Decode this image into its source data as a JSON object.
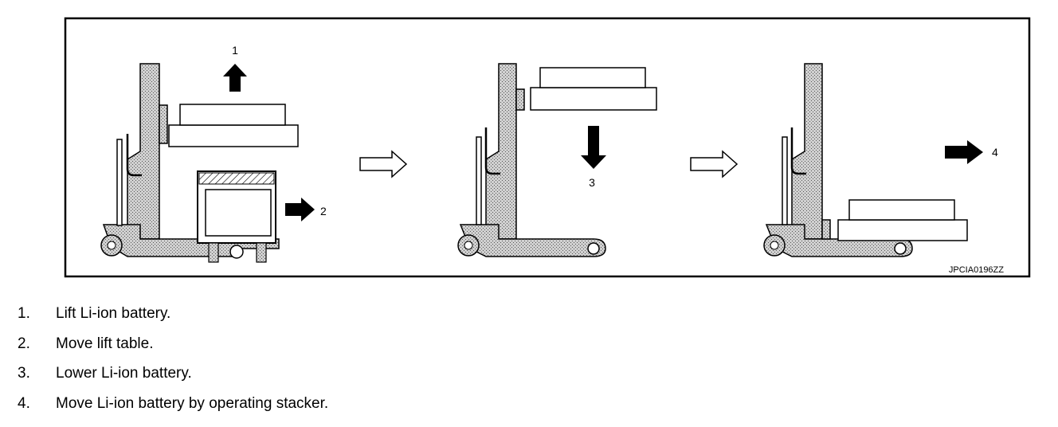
{
  "figure": {
    "code": "JPCIA0196ZZ",
    "callouts": [
      "1",
      "2",
      "3",
      "4"
    ]
  },
  "steps": [
    {
      "num": "1.",
      "text": "Lift Li-ion battery."
    },
    {
      "num": "2.",
      "text": "Move lift table."
    },
    {
      "num": "3.",
      "text": "Lower Li-ion battery."
    },
    {
      "num": "4.",
      "text": "Move Li-ion battery by operating stacker."
    }
  ]
}
